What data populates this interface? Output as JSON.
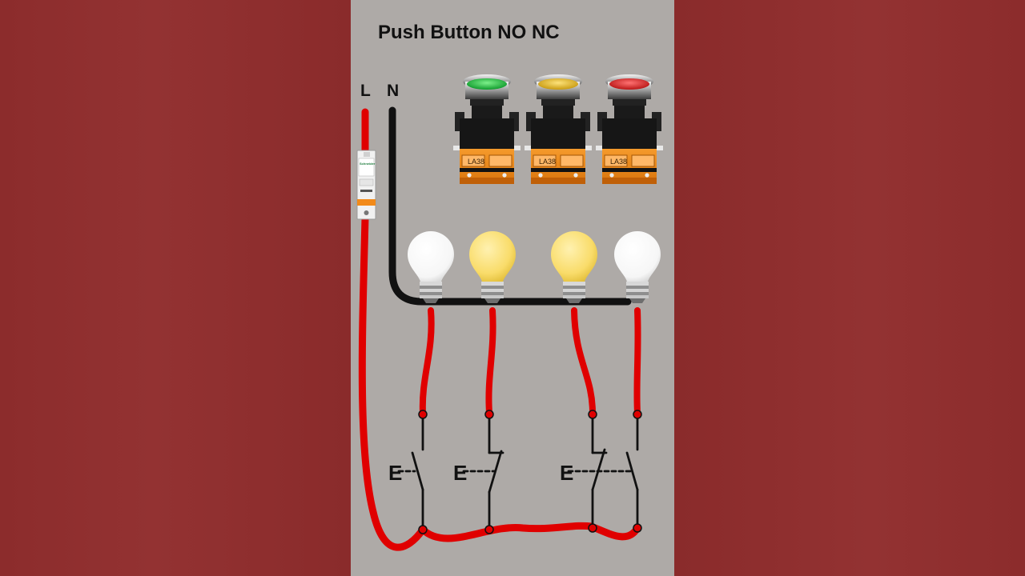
{
  "diagram": {
    "title": "Push Button NO NC",
    "lines": {
      "live": "L",
      "neutral": "N"
    },
    "buttons": [
      {
        "name": "green",
        "color": "#19b53a",
        "label": "LA38"
      },
      {
        "name": "yellow",
        "color": "#e0b622",
        "label": "LA38"
      },
      {
        "name": "red",
        "color": "#d92b2b",
        "label": "LA38"
      }
    ],
    "lamps": [
      {
        "state": "off",
        "color": "#ffffff"
      },
      {
        "state": "on",
        "color": "#f9dc6a"
      },
      {
        "state": "on",
        "color": "#f9dc6a"
      },
      {
        "state": "off",
        "color": "#ffffff"
      }
    ],
    "switch_label": "E",
    "switches": [
      "NO",
      "NC",
      "NC+NO"
    ],
    "mcb": {
      "brand": "Schneider"
    },
    "colors": {
      "live_wire": "#e00000",
      "neutral_wire": "#111111",
      "background": "#aeaaa7"
    }
  }
}
